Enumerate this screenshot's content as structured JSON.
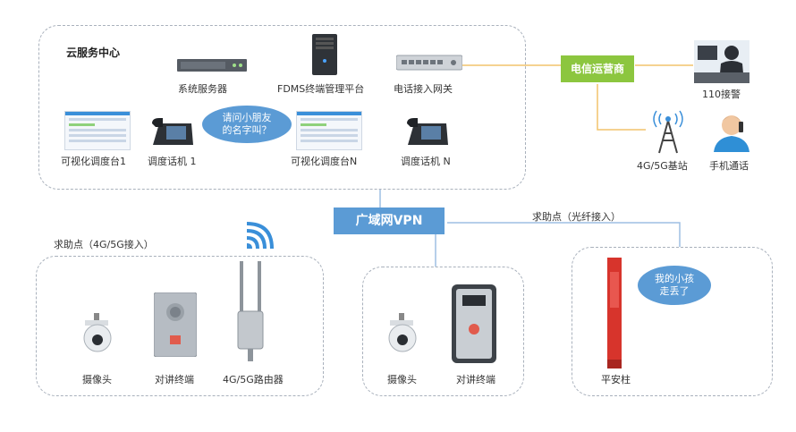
{
  "cloud": {
    "title": "云服务中心",
    "system_server": "系统服务器",
    "fdms_platform": "FDMS终端管理平台",
    "phone_gateway": "电话接入网关",
    "visual_console_1": "可视化调度台1",
    "dispatch_phone_1": "调度话机 1",
    "visual_console_n": "可视化调度台N",
    "dispatch_phone_n": "调度话机 N",
    "bubble_text_1": "请问小朋友",
    "bubble_text_2": "的名字叫？"
  },
  "telecom": {
    "operator_label": "电信运营商",
    "police_110": "110接警",
    "base_station": "4G/5G基站",
    "mobile_call": "手机通话"
  },
  "network": {
    "wan_vpn": "广域网VPN",
    "fiber_label": "求助点（光纤接入）"
  },
  "site_4g": {
    "title": "求助点（4G/5G接入）",
    "camera": "摄像头",
    "intercom": "对讲终端",
    "router": "4G/5G路由器"
  },
  "site_mid": {
    "camera": "摄像头",
    "intercom": "对讲终端"
  },
  "site_fiber": {
    "pillar": "平安柱",
    "bubble_text_1": "我的小孩",
    "bubble_text_2": "走丢了"
  },
  "colors": {
    "operator_green": "#8cc63f",
    "vpn_blue": "#5b9bd5",
    "bubble_blue": "#5b9bd5",
    "zone_border": "#a9b1bc",
    "link_orange": "#f2c46b",
    "link_blue": "#9dbfe3"
  }
}
